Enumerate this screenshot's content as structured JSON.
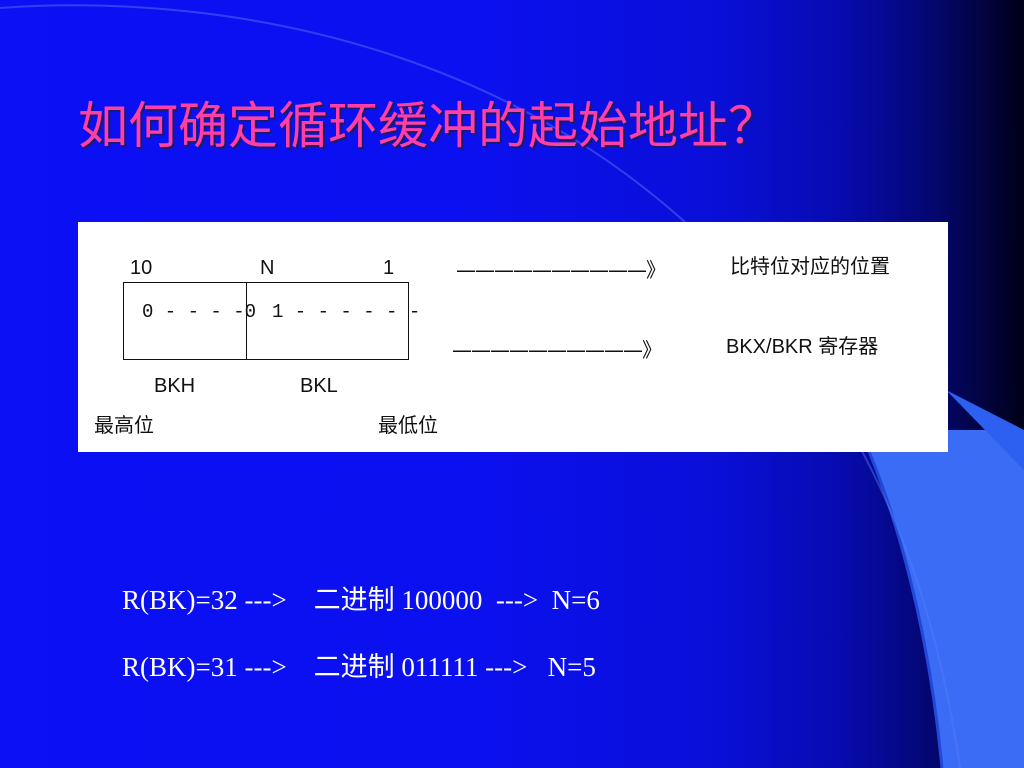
{
  "slide": {
    "title": "如何确定循环缓冲的起始地址？",
    "colors": {
      "background": "#0b10f5",
      "title": "#ff3fa3",
      "accent_shape": "#3a6cf5",
      "text": "#ffffff"
    }
  },
  "diagram": {
    "bit_high": "10",
    "bit_n": "N",
    "bit_low": "1",
    "bkh_bits": "0 - - - -0",
    "bkl_bits": "1 - - - - - -",
    "bkh_label": "BKH",
    "bkl_label": "BKL",
    "msb_label": "最高位",
    "lsb_label": "最低位",
    "arrow1": "——————————》",
    "arrow1_label": "比特位对应的位置",
    "arrow2": "——————————》",
    "arrow2_label": "BKX/BKR 寄存器"
  },
  "formulas": [
    {
      "text": "R(BK)=32 --->    二进制 100000  --->  N=6"
    },
    {
      "text": "R(BK)=31 --->    二进制 011111 --->   N=5"
    }
  ]
}
